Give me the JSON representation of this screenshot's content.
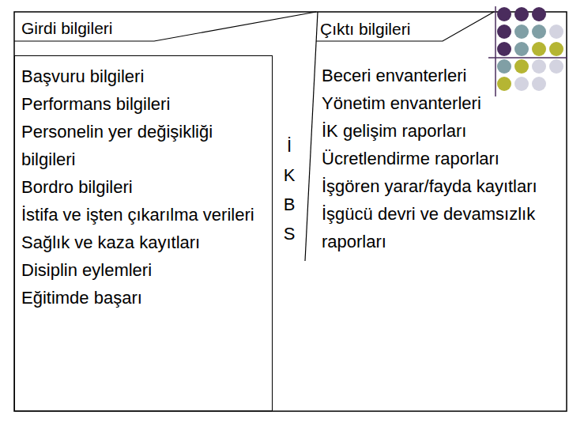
{
  "diagram": {
    "nodes": [
      {
        "text": [
          "Girdi bilgileri",
          "Başvuru bilgileri",
          "Performans bilgileri",
          "Personelin yer değişikliği bilgileri",
          "Bordro bilgileri",
          "İstifa ve işten çıkarılma verileri",
          "Sağlık ve kaza kayıtları",
          "Disiplin eylemleri",
          "Eğitimde başarı"
        ]
      }
    ],
    "labels": [
      "Çıktı bilgileri",
      "İ K B S",
      "Beceri envanterleri",
      "Yönetim envanterleri",
      "İK gelişim raporları",
      "Ücretlendirme raporları",
      "İşgören yarar/fayda kayıtları",
      "İşgücü devri ve devamsızlık raporları"
    ]
  }
}
